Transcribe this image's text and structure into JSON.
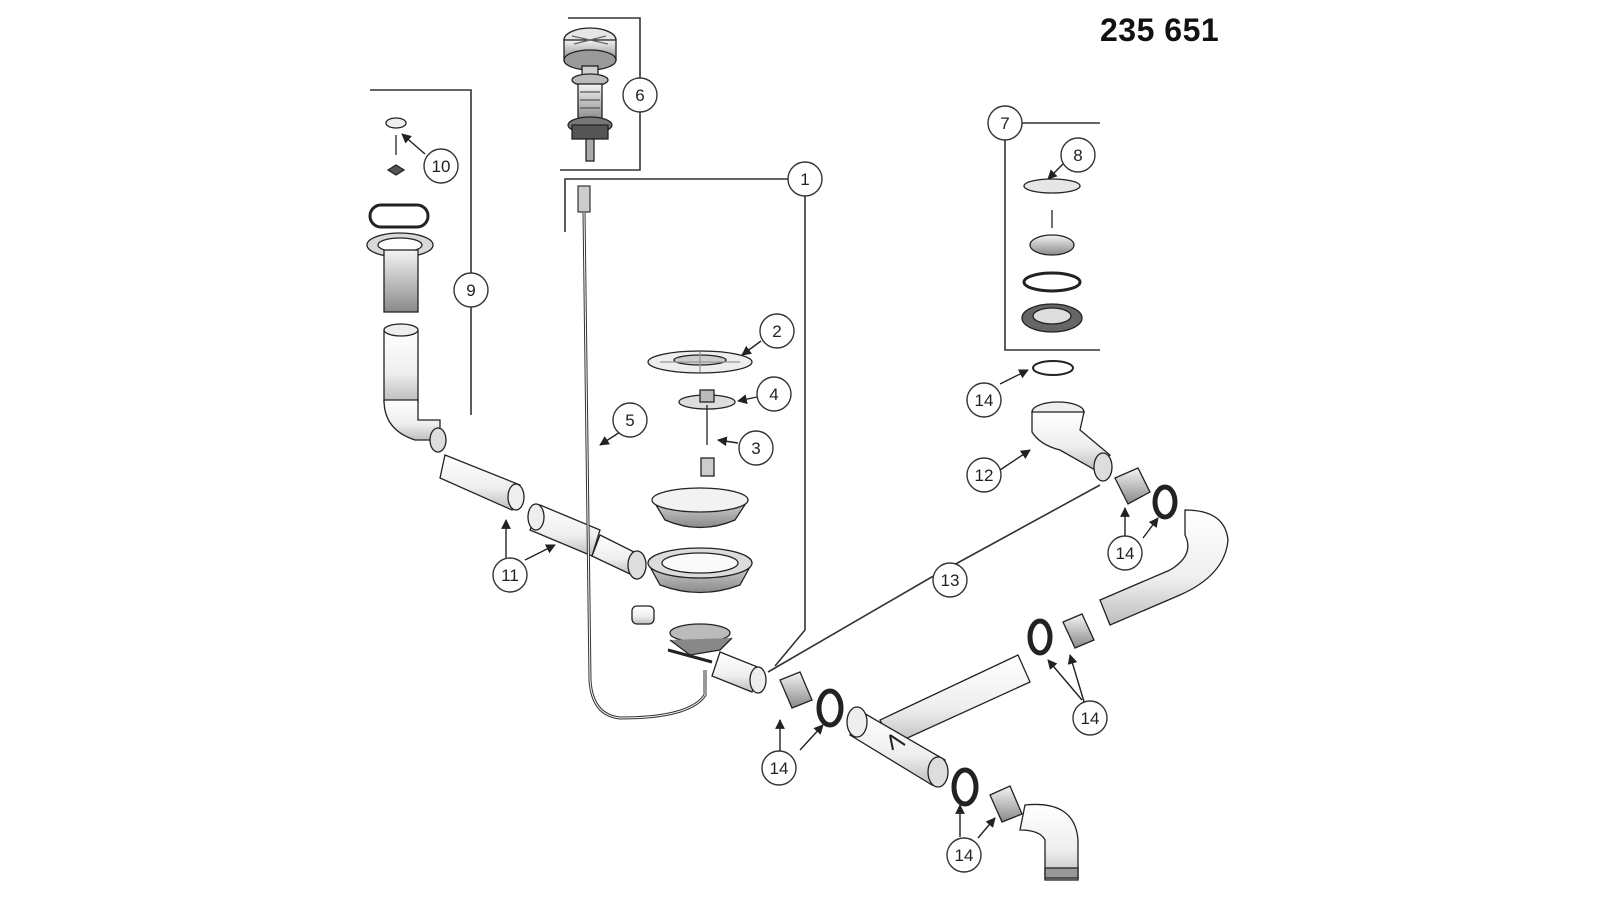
{
  "diagram": {
    "part_number": "235 651",
    "callouts": {
      "c1": "1",
      "c2": "2",
      "c3": "3",
      "c4": "4",
      "c5": "5",
      "c6": "6",
      "c7": "7",
      "c8": "8",
      "c9": "9",
      "c10": "10",
      "c11": "11",
      "c12": "12",
      "c13": "13",
      "c14": "14"
    }
  }
}
